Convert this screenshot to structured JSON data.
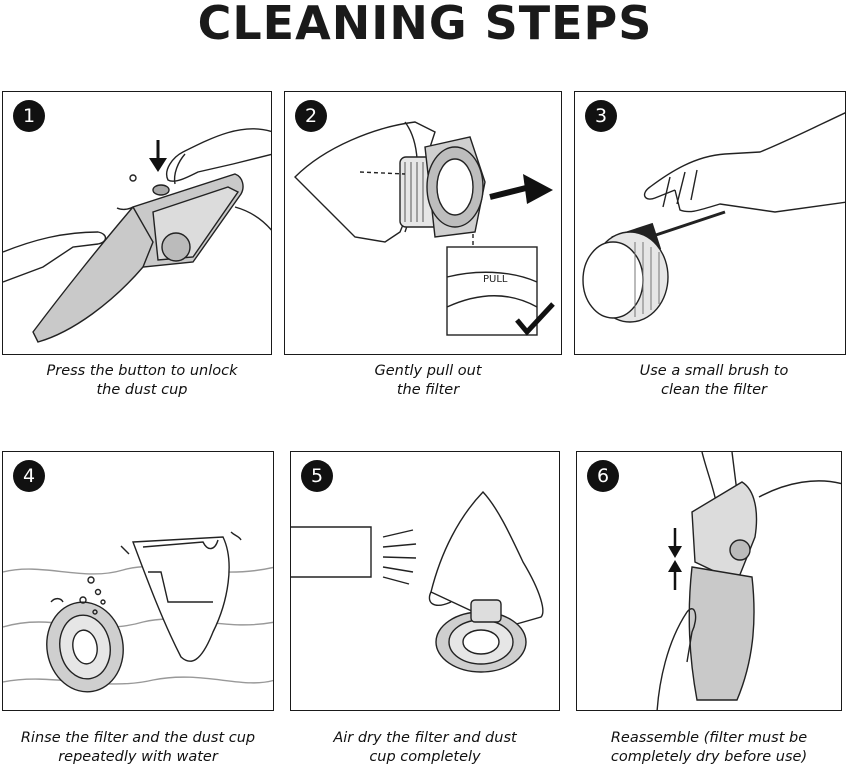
{
  "title": "CLEANING STEPS",
  "steps": [
    {
      "number": "1",
      "caption": [
        "Press the button to unlock",
        "the dust cup"
      ]
    },
    {
      "number": "2",
      "caption": [
        "Gently pull out",
        "the filter"
      ],
      "label": "PULL"
    },
    {
      "number": "3",
      "caption": [
        "Use a small brush to",
        "clean the filter"
      ]
    },
    {
      "number": "4",
      "caption": [
        "Rinse the filter and the dust cup",
        "repeatedly with water"
      ]
    },
    {
      "number": "5",
      "caption": [
        "Air dry the filter and dust",
        "cup completely"
      ]
    },
    {
      "number": "6",
      "caption": [
        "Reassemble (filter must be",
        "completely dry before use)"
      ]
    }
  ],
  "icons": [
    "arrow-down-icon",
    "arrow-right-icon",
    "checkmark-icon",
    "arrow-up-icon"
  ]
}
